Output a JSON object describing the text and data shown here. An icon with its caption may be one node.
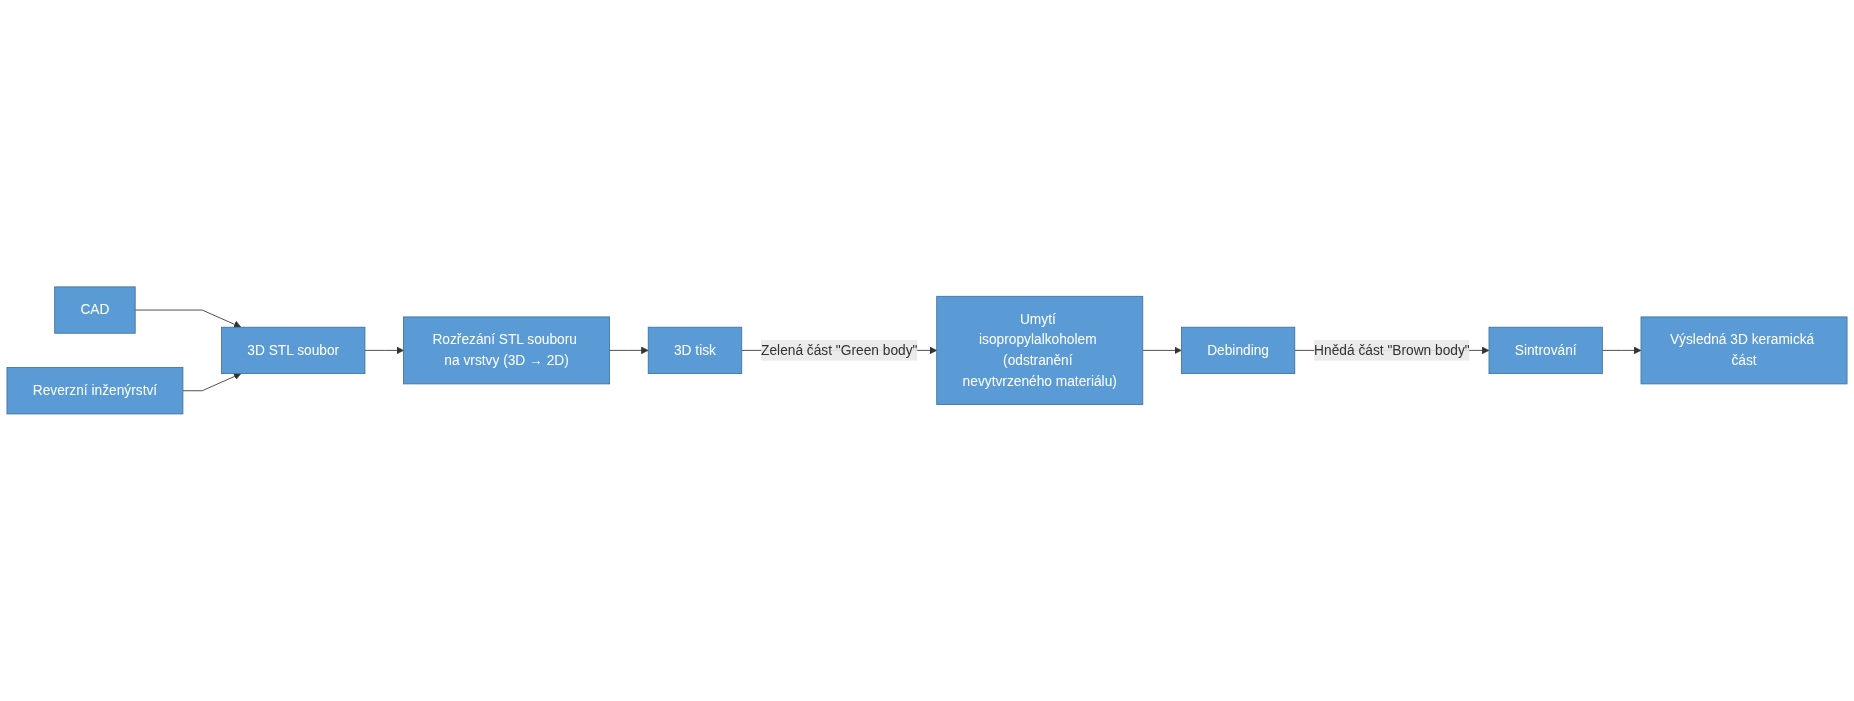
{
  "diagram": {
    "nodes": [
      {
        "text": [
          "CAD"
        ]
      },
      {
        "text": [
          "Reverzní inženýrství"
        ]
      },
      {
        "text": [
          "3D STL soubor"
        ]
      },
      {
        "text": [
          "Rozřezání STL souboru na vrstvy (3D → 2D)"
        ]
      },
      {
        "text": [
          "3D tisk"
        ]
      },
      {
        "text": [
          "Umytí isopropylalkoholem (odstranění nevytvrzeného materiálu)"
        ]
      },
      {
        "text": [
          "Debinding"
        ]
      },
      {
        "text": [
          "Sintrování"
        ]
      },
      {
        "text": [
          "Výsledná 3D keramická část"
        ]
      }
    ],
    "edges": [
      {
        "from": 0,
        "to": 2,
        "arrow": "to"
      },
      {
        "from": 1,
        "to": 2,
        "arrow": "to"
      },
      {
        "from": 2,
        "to": 3,
        "arrow": "to"
      },
      {
        "from": 3,
        "to": 4,
        "arrow": "to"
      },
      {
        "from": 4,
        "to": 5,
        "arrow": "to",
        "label": "Zelená část \"Green body\""
      },
      {
        "from": 5,
        "to": 6,
        "arrow": "to"
      },
      {
        "from": 6,
        "to": 7,
        "arrow": "to",
        "label": "Hnědá část \"Brown body\""
      },
      {
        "from": 7,
        "to": 8,
        "arrow": "to"
      }
    ]
  }
}
